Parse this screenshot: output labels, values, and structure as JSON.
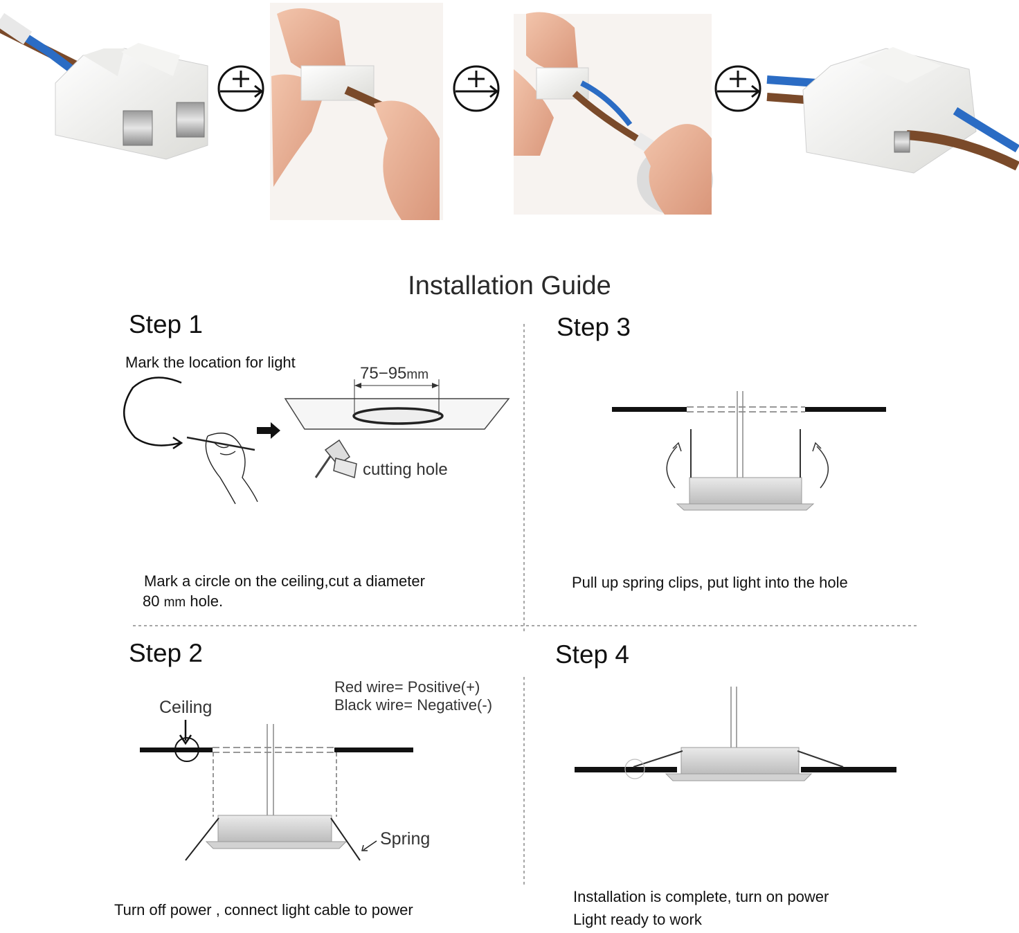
{
  "title": "Installation Guide",
  "step1": {
    "heading": "Step 1",
    "mark_label": "Mark the location for light",
    "dimension": "75−95",
    "dimension_unit": "mm",
    "cut_label": "cutting hole",
    "desc_line1": "Mark a circle on the ceiling,cut a diameter",
    "desc_num": "80",
    "desc_unit": "mm",
    "desc_end": "hole."
  },
  "step2": {
    "heading": "Step 2",
    "ceiling_label": "Ceiling",
    "red_wire": "Red wire= Positive(+)",
    "black_wire": "Black wire= Negative(-)",
    "spring_label": "Spring",
    "desc": "Turn off power , connect light cable to power"
  },
  "step3": {
    "heading": "Step 3",
    "desc": "Pull up spring clips, put light into the hole"
  },
  "step4": {
    "heading": "Step 4",
    "desc_line1": "Installation is complete, turn on power",
    "desc_line2": "Light ready to work"
  },
  "colors": {
    "wire_blue": "#2b6cc4",
    "wire_brown": "#7a4a2a",
    "connector_white": "#f4f4f2",
    "skin": "#e9b49a",
    "line_dark": "#111111"
  }
}
